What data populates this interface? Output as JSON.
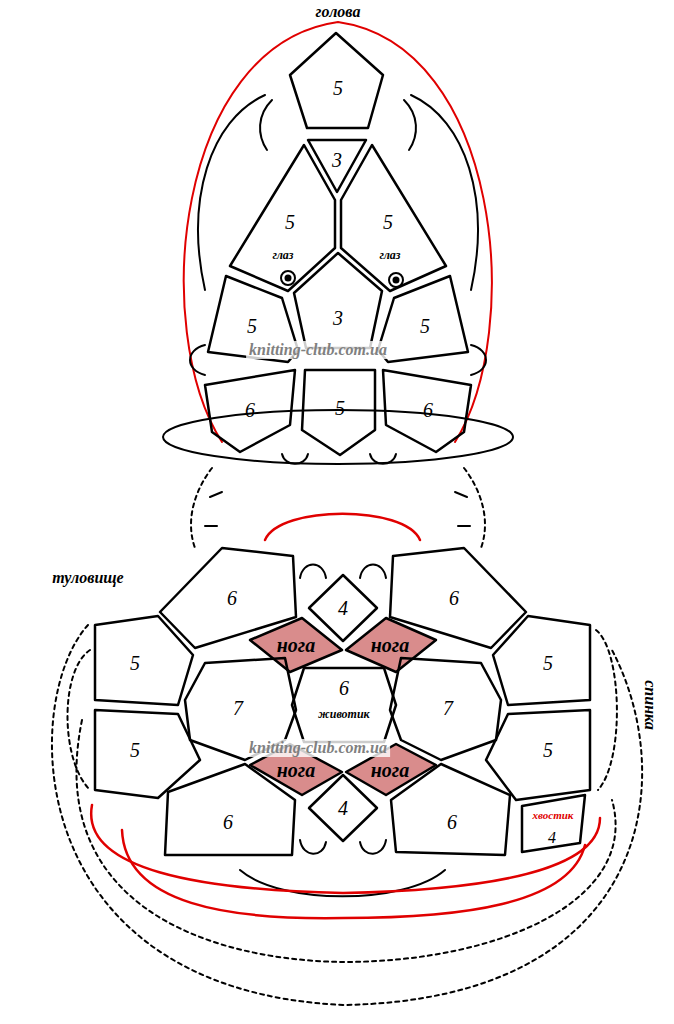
{
  "diagram": {
    "nodes": [
      {
        "text": [
          "5"
        ]
      },
      {
        "text": [
          "3"
        ]
      },
      {
        "text": [
          "5",
          "глаз"
        ]
      },
      {
        "text": [
          "5",
          "глаз"
        ]
      },
      {
        "text": [
          "5"
        ]
      },
      {
        "text": [
          "3"
        ]
      },
      {
        "text": [
          "5"
        ]
      },
      {
        "text": [
          "6"
        ]
      },
      {
        "text": [
          "5"
        ]
      },
      {
        "text": [
          "6"
        ]
      },
      {
        "text": [
          "6"
        ]
      },
      {
        "text": [
          "4"
        ]
      },
      {
        "text": [
          "6"
        ]
      },
      {
        "text": [
          "5"
        ]
      },
      {
        "text": [
          "нога"
        ]
      },
      {
        "text": [
          "нога"
        ]
      },
      {
        "text": [
          "5"
        ]
      },
      {
        "text": [
          "7"
        ]
      },
      {
        "text": [
          "6",
          "животик"
        ]
      },
      {
        "text": [
          "7"
        ]
      },
      {
        "text": [
          "5"
        ]
      },
      {
        "text": [
          "нога"
        ]
      },
      {
        "text": [
          "нога"
        ]
      },
      {
        "text": [
          "5"
        ]
      },
      {
        "text": [
          "6"
        ]
      },
      {
        "text": [
          "4"
        ]
      },
      {
        "text": [
          "6"
        ]
      },
      {
        "text": [
          "хвостик",
          "4"
        ]
      }
    ],
    "labels": [
      "голова",
      "туловище",
      "спинка",
      "knitting-club.com.ua",
      "knitting-club.com.ua"
    ]
  }
}
